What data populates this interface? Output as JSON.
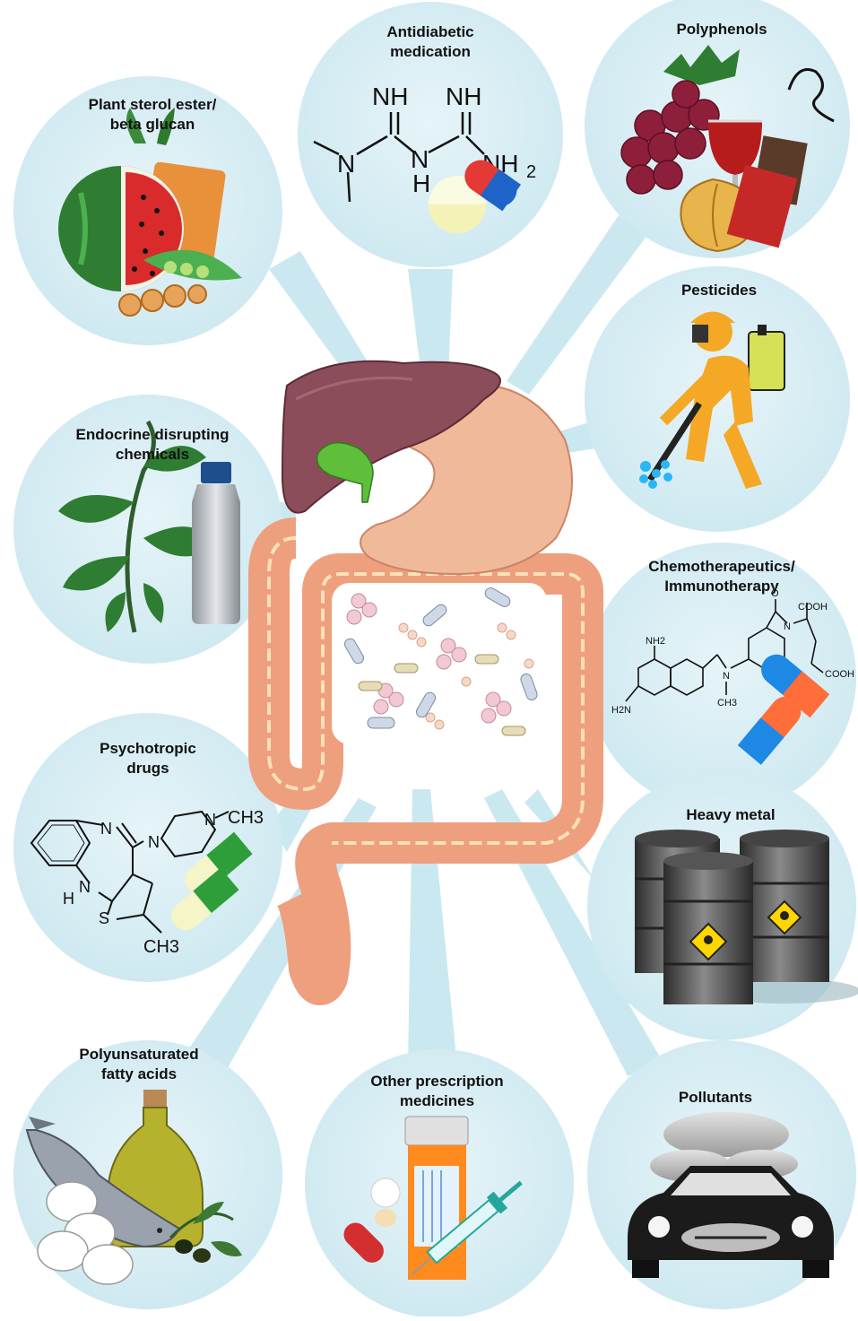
{
  "categories": {
    "plant_sterol": {
      "label": "Plant sterol ester/\nbeta glucan"
    },
    "antidiabetic": {
      "label": "Antidiabetic\nmedication",
      "formula": [
        "NH",
        "NH",
        "N",
        "N",
        "H",
        "NH",
        "2"
      ]
    },
    "polyphenols": {
      "label": "Polyphenols"
    },
    "pesticides": {
      "label": "Pesticides"
    },
    "endocrine": {
      "label": "Endocrine disrupting\nchemicals"
    },
    "chemo": {
      "label": "Chemotherapeutics/\nImmunotherapy",
      "formula": [
        "COOH",
        "COOH",
        "NH2",
        "H2N",
        "N",
        "CH3",
        "O",
        "N"
      ]
    },
    "psychotropic": {
      "label": "Psychotropic\ndrugs",
      "formula": [
        "N",
        "N",
        "N",
        "N",
        "CH3",
        "CH3",
        "S",
        "H"
      ]
    },
    "heavy_metal": {
      "label": "Heavy metal"
    },
    "pufa": {
      "label": "Polyunsaturated\nfatty acids"
    },
    "other_rx": {
      "label": "Other prescription\nmedicines"
    },
    "pollutants": {
      "label": "Pollutants"
    }
  },
  "colors": {
    "circle": "#d4ecf2",
    "ray": "#bfe3ee",
    "liver": "#8c4d5a",
    "stomach": "#f0b99a",
    "colon": "#ee9f7e",
    "gallbladder": "#5fbf3a"
  },
  "icons": [
    "watermelon-icon",
    "pill-icon",
    "grapes-icon",
    "sprayer-person-icon",
    "plant-icon",
    "bottle-icon",
    "capsule-icon",
    "barrel-icon",
    "fish-icon",
    "oil-bottle-icon",
    "syringe-icon",
    "car-icon",
    "smoke-icon"
  ]
}
